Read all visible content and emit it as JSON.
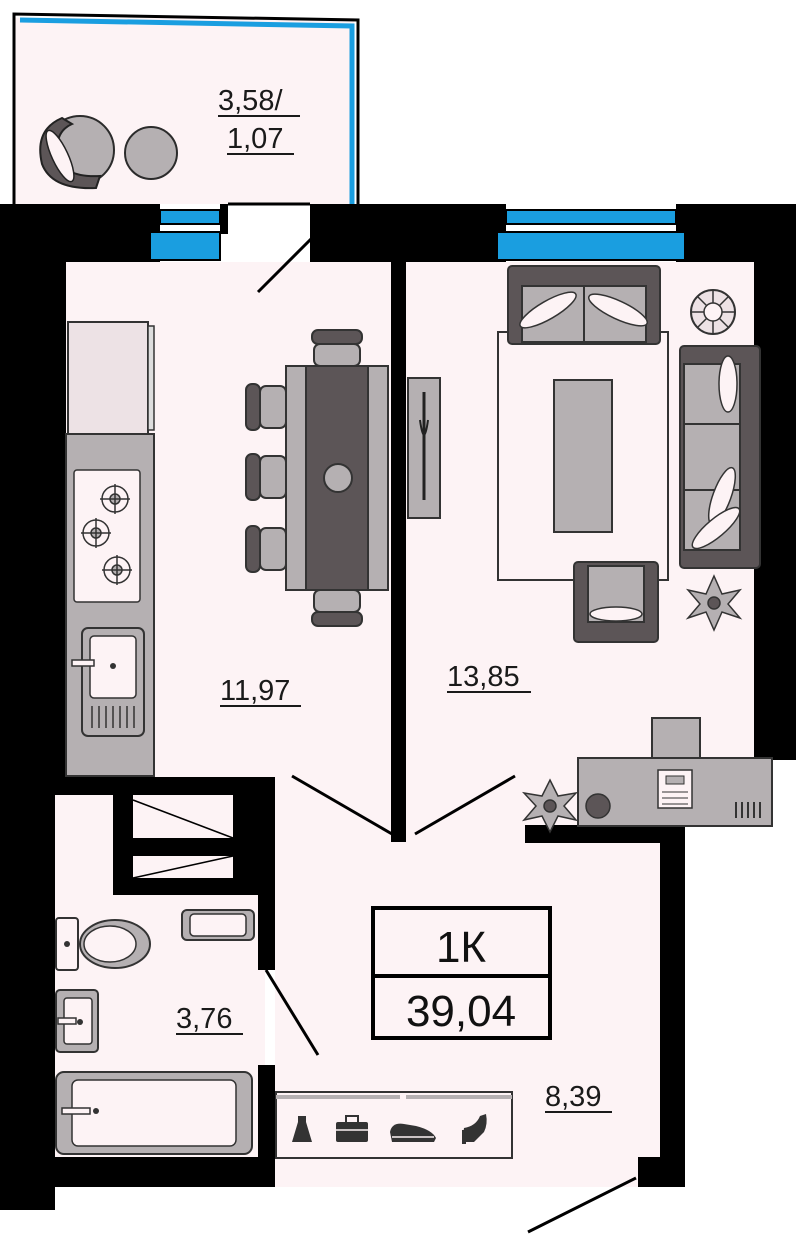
{
  "apartment": {
    "type": "1К",
    "total_area": "39,04"
  },
  "rooms": {
    "balcony": {
      "area_line1": "3,58/",
      "area_line2": "1,07"
    },
    "kitchen": {
      "area": "11,97"
    },
    "living_room": {
      "area": "13,85"
    },
    "bathroom": {
      "area": "3,76"
    },
    "hallway": {
      "area": "8,39"
    }
  },
  "colors": {
    "wall": "#000000",
    "floor": "#fdf3f5",
    "window": "#1a9ee0",
    "furniture_light": "#b5b0b2",
    "furniture_dark": "#5c5557"
  },
  "icons": [
    "dress-icon",
    "briefcase-icon",
    "sneaker-icon",
    "high-heel-icon"
  ]
}
